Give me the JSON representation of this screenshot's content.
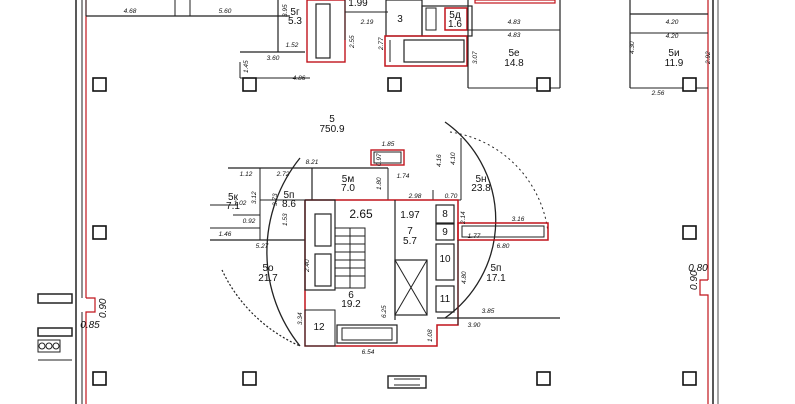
{
  "rooms": [
    {
      "id": "3",
      "area": ""
    },
    {
      "id": "5г",
      "area": "5.3"
    },
    {
      "id": "5",
      "area": "750.9"
    },
    {
      "id": "5е",
      "area": "14.8"
    },
    {
      "id": "5и",
      "area": "11.9"
    },
    {
      "id": "5м",
      "area": "7.0"
    },
    {
      "id": "5н",
      "area": "23.8"
    },
    {
      "id": "5п",
      "area": "8.6"
    },
    {
      "id": "5к",
      "area": "7.1"
    },
    {
      "id": "5о",
      "area": "21.7"
    },
    {
      "id": "5п",
      "area": "17.1"
    },
    {
      "id": "6",
      "area": "19.2"
    },
    {
      "id": "7",
      "area": "5.7"
    },
    {
      "id": "5д",
      "area": "1.6"
    },
    {
      "id": "8",
      "area": ""
    },
    {
      "id": "9",
      "area": ""
    },
    {
      "id": "10",
      "area": ""
    },
    {
      "id": "11",
      "area": ""
    },
    {
      "id": "12",
      "area": ""
    }
  ],
  "labels": {
    "area_2_65": "2.65",
    "area_1_97": "1.97",
    "area_1_99": "1.99",
    "area_1_85": "1.85"
  },
  "dimensions": [
    "4.68",
    "5.60",
    "3.95",
    "2.19",
    "2.77",
    "2.55",
    "1.52",
    "3.60",
    "1.45",
    "4.86",
    "4.83",
    "4.83",
    "4.20",
    "4.20",
    "4.30",
    "2.92",
    "2.56",
    "3.07",
    "8.21",
    "0.97",
    "1.74",
    "1.80",
    "4.16",
    "4.10",
    "1.12",
    "2.72",
    "3.12",
    "3.73",
    "1.02",
    "0.92",
    "1.53",
    "1.46",
    "5.27",
    "2.98",
    "0.70",
    "2.14",
    "3.16",
    "1.77",
    "6.80",
    "2.40",
    "4.80",
    "3.85",
    "3.90",
    "3.34",
    "6.25",
    "6.54",
    "1.08",
    "0.80",
    "0.90",
    "0.90",
    "0.85"
  ],
  "colors": {
    "wall": "#222222",
    "highlight": "#c0141c",
    "background": "#ffffff"
  }
}
